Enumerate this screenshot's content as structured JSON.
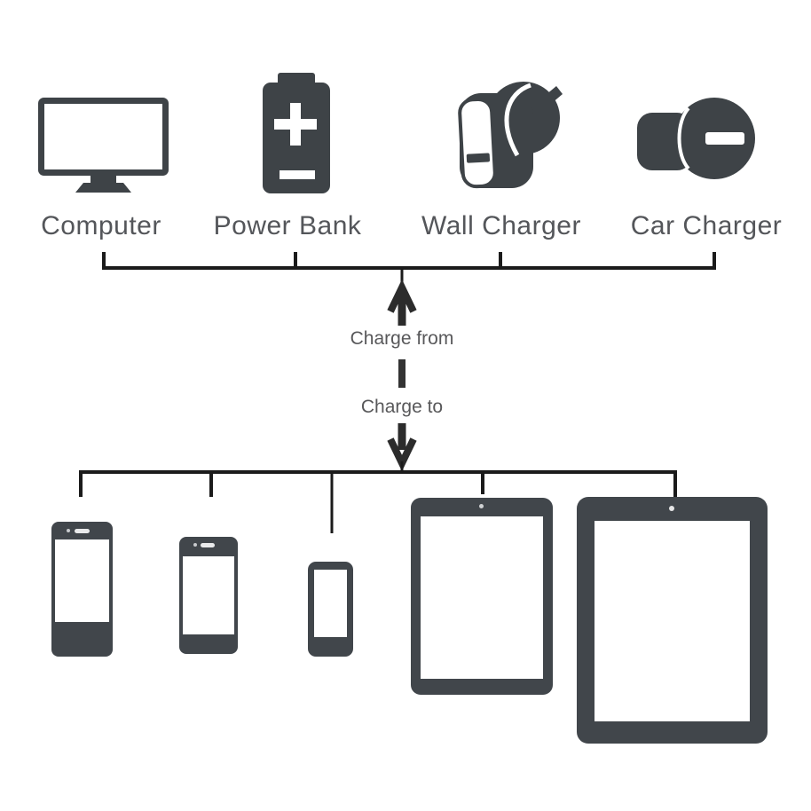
{
  "colors": {
    "background": "#ffffff",
    "icon_dark": "#3e4347",
    "device_dark": "#41464b",
    "connector_line": "#1b1b1b",
    "arrow": "#2c2c2c",
    "label_gray": "#54565a",
    "flow_text_gray": "#58585a",
    "screen_white": "#ffffff"
  },
  "sources": {
    "items": [
      {
        "label": "Computer",
        "icon": "computer-monitor-icon"
      },
      {
        "label": "Power Bank",
        "icon": "power-bank-battery-icon"
      },
      {
        "label": "Wall Charger",
        "icon": "wall-charger-plug-icon"
      },
      {
        "label": "Car Charger",
        "icon": "car-charger-icon"
      }
    ]
  },
  "flow": {
    "from_label": "Charge from",
    "to_label": "Charge to"
  },
  "devices": {
    "items": [
      {
        "name": "smartphone-large"
      },
      {
        "name": "smartphone-medium"
      },
      {
        "name": "smartphone-small"
      },
      {
        "name": "tablet-small"
      },
      {
        "name": "tablet-large"
      }
    ]
  }
}
